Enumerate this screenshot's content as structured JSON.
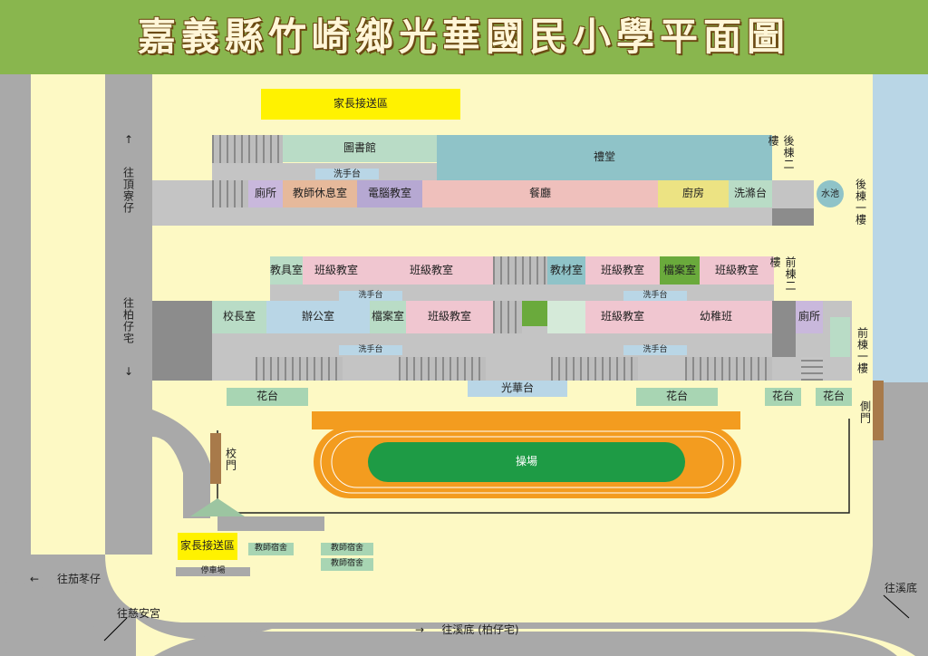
{
  "title": "嘉義縣竹崎鄉光華國民小學平面圖",
  "colors": {
    "title_band": "#89b64e",
    "campus": "#fdf9c4",
    "road": "#a9a9a9",
    "water": "#b9d6e6",
    "building": "#c4c4c4",
    "parent_zone": "#fff200",
    "track": "#f39c1f",
    "field": "#1e9b45"
  },
  "pickup": {
    "top": "家長接送區",
    "bottom": "家長接送區"
  },
  "rear_building": {
    "library": "圖書館",
    "auditorium": "禮堂",
    "sink": "洗手台",
    "toilet": "廁所",
    "teacher_lounge": "教師休息室",
    "computer_room": "電腦教室",
    "dining": "餐廳",
    "kitchen": "廚房",
    "wash": "洗滌台",
    "pool": "水池",
    "floor2": "後棟二樓",
    "floor1": "後棟一樓"
  },
  "front_building": {
    "upper": {
      "teaching_aid": "教具室",
      "class1": "班級教室",
      "class2": "班級教室",
      "materials": "教材室",
      "class3": "班級教室",
      "archive": "檔案室",
      "class4": "班級教室",
      "sink_left": "洗手台",
      "sink_right": "洗手台",
      "floor_label": "前棟二樓"
    },
    "lower": {
      "principal": "校長室",
      "office": "辦公室",
      "archive": "檔案室",
      "class1": "班級教室",
      "class2": "班級教室",
      "kindergarten": "幼稚班",
      "toilet": "廁所",
      "sink_left": "洗手台",
      "sink_right": "洗手台",
      "floor_label": "前棟一樓"
    }
  },
  "grounds": {
    "stage": "光華台",
    "flower_bed_1": "花台",
    "flower_bed_2": "花台",
    "flower_bed_3": "花台",
    "flower_bed_4": "花台",
    "playground": "操場",
    "school_gate": "校門",
    "side_gate": "側門",
    "dorm_1": "教師宿舍",
    "dorm_2": "教師宿舍",
    "dorm_3": "教師宿舍",
    "parking": "停車場"
  },
  "roads": {
    "to_dingcuozai": "往頂寮仔",
    "to_baizaizhai": "往柏仔宅",
    "to_jiaoliaozai": "往茄苳仔",
    "to_ciangong": "往慈安宮",
    "to_xidi_baizaizhai": "往溪底 (柏仔宅)",
    "to_xidi": "往溪底",
    "arrow_right": "→",
    "arrow_left": "←",
    "arrow_up": "↑",
    "arrow_down": "↓"
  }
}
